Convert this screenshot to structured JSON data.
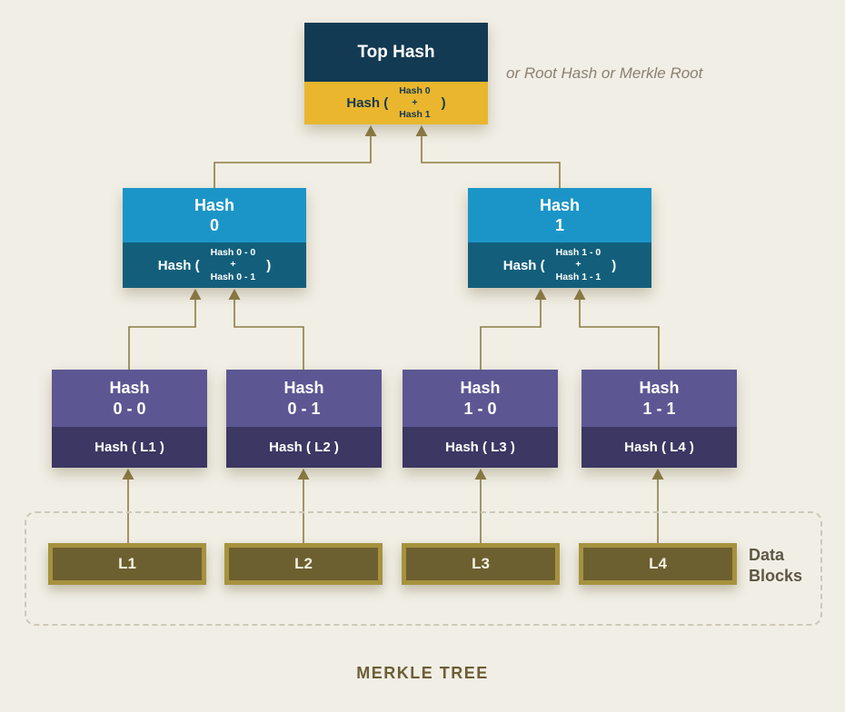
{
  "annotations": {
    "root_note": "or Root Hash or Merkle Root",
    "data_blocks_line1": "Data",
    "data_blocks_line2": "Blocks",
    "title": "MERKLE TREE"
  },
  "root": {
    "title": "Top Hash",
    "formula_prefix": "Hash (",
    "operand_top": "Hash 0",
    "operator": "+",
    "operand_bottom": "Hash 1",
    "formula_suffix": ")"
  },
  "branches": [
    {
      "title_line1": "Hash",
      "title_line2": "0",
      "formula_prefix": "Hash (",
      "operand_top": "Hash 0 - 0",
      "operator": "+",
      "operand_bottom": "Hash 0 - 1",
      "formula_suffix": ")"
    },
    {
      "title_line1": "Hash",
      "title_line2": "1",
      "formula_prefix": "Hash (",
      "operand_top": "Hash 1 - 0",
      "operator": "+",
      "operand_bottom": "Hash 1 - 1",
      "formula_suffix": ")"
    }
  ],
  "leaves": [
    {
      "title_line1": "Hash",
      "title_line2": "0 - 0",
      "formula": "Hash ( L1 )"
    },
    {
      "title_line1": "Hash",
      "title_line2": "0 - 1",
      "formula": "Hash ( L2 )"
    },
    {
      "title_line1": "Hash",
      "title_line2": "1 - 0",
      "formula": "Hash ( L3 )"
    },
    {
      "title_line1": "Hash",
      "title_line2": "1 - 1",
      "formula": "Hash ( L4 )"
    }
  ],
  "blocks": [
    {
      "label": "L1"
    },
    {
      "label": "L2"
    },
    {
      "label": "L3"
    },
    {
      "label": "L4"
    }
  ],
  "colors": {
    "background": "#F1EEE5",
    "root_top": "#123A52",
    "root_bottom": "#E9B62E",
    "branch_top": "#1B95C7",
    "branch_bottom": "#135F7B",
    "leaf_top": "#5C5793",
    "leaf_bottom": "#3C3763",
    "block_fill": "#6D6030",
    "block_border": "#A6923E",
    "connector": "#8D7D45",
    "dashed_border": "#CDC8B8"
  }
}
